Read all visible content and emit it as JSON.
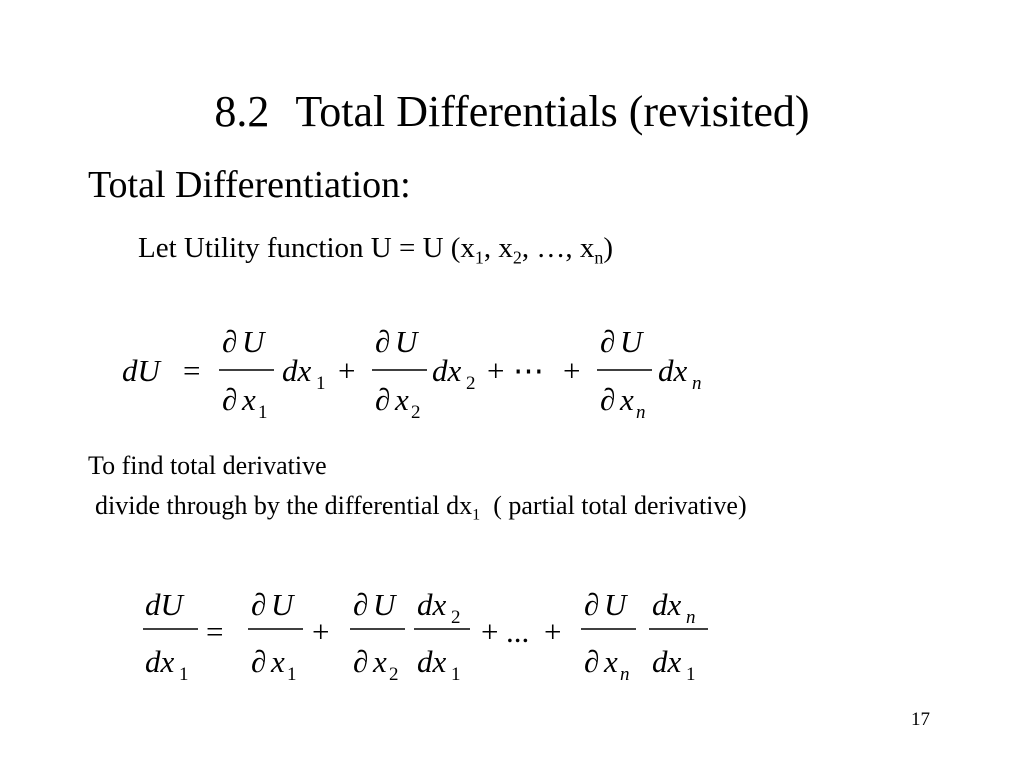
{
  "slide": {
    "section_number": "8.2",
    "title": "Total Differentials (revisited)",
    "heading": "Total Differentiation:",
    "let_line": {
      "prefix": "Let Utility function U = U (x",
      "s1": "1",
      "c1": ", x",
      "s2": "2",
      "c2": ", …, x",
      "sn": "n",
      "end": ")"
    },
    "equation1": {
      "lhs": "dU",
      "eq": "=",
      "partial": "∂",
      "U": "U",
      "x": "x",
      "dx": "dx",
      "plus": "+",
      "cdots": "⋯",
      "i1": "1",
      "i2": "2",
      "in": "n"
    },
    "find_line1": "To find total derivative",
    "find_line2": {
      "prefix": "divide through by the differential dx",
      "sub": "1",
      "suffix": "  ( partial total derivative)"
    },
    "equation2": {
      "dU": "dU",
      "dx": "dx",
      "eq": "=",
      "partial": "∂",
      "U": "U",
      "x": "x",
      "plus": "+",
      "dots": "...",
      "i1": "1",
      "i2": "2",
      "in": "n"
    },
    "page_number": "17"
  }
}
